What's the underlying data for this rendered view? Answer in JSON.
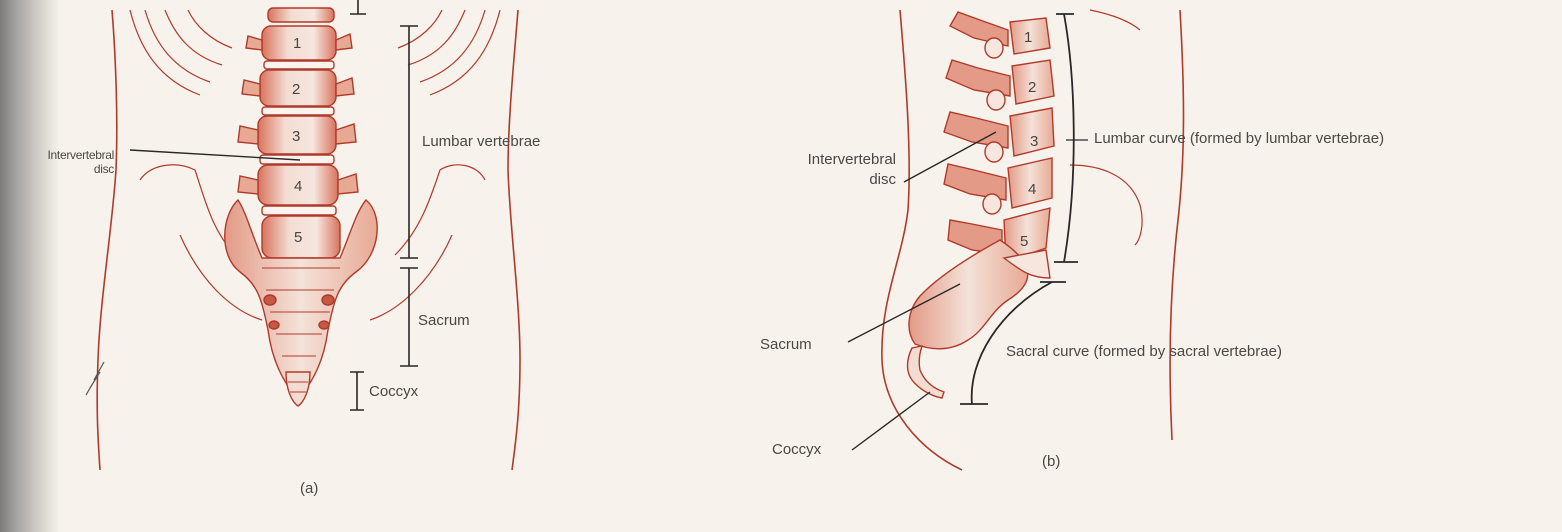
{
  "panel_a": {
    "caption": "(a)",
    "vertebra_numbers": [
      "1",
      "2",
      "3",
      "4",
      "5"
    ],
    "labels": {
      "intervertebral_disc_line1": "Intervertebral",
      "intervertebral_disc_line2": "disc",
      "lumbar_vertebrae": "Lumbar vertebrae",
      "sacrum": "Sacrum",
      "coccyx": "Coccyx"
    }
  },
  "panel_b": {
    "caption": "(b)",
    "vertebra_numbers": [
      "1",
      "2",
      "3",
      "4",
      "5"
    ],
    "labels": {
      "intervertebral_disc_line1": "Intervertebral",
      "intervertebral_disc_line2": "disc",
      "lumbar_curve": "Lumbar curve (formed by lumbar vertebrae)",
      "sacrum": "Sacrum",
      "sacral_curve": "Sacral curve (formed by sacral vertebrae)",
      "coccyx": "Coccyx"
    }
  },
  "colors": {
    "bone_outline": "#b03a2a",
    "bone_fill": "#f3ddd2",
    "bone_shade": "#d9735e",
    "leader_line": "#2a2827",
    "text": "#4a4746"
  }
}
